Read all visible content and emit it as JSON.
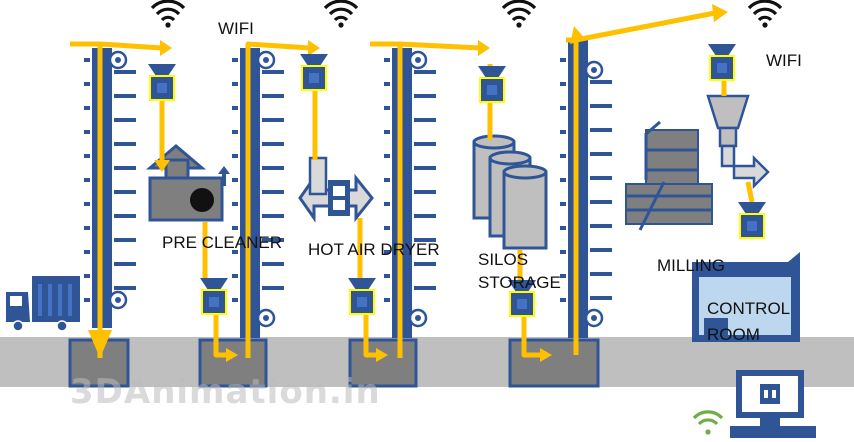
{
  "labels": {
    "wifi_top": "WIFI",
    "wifi_right": "WIFI",
    "pre_cleaner": "PRE CLEANER",
    "hot_air_dryer": "HOT AIR DRYER",
    "silos": "SILOS",
    "storage": "STORAGE",
    "milling": "MILLING",
    "control": "CONTROL",
    "room": "ROOM"
  },
  "watermark": "3DAnimation.in",
  "colors": {
    "flow": "#ffc000",
    "steel": "#2f5597",
    "ground": "#bfbfbf",
    "pit": "#7f7f7f",
    "sensor": "#ffff00",
    "wifi": "#111111",
    "wifi_green": "#70ad47"
  },
  "icons": [
    "wifi-icon",
    "truck-icon",
    "bucket-elevator",
    "sensor-icon",
    "pre-cleaner-icon",
    "dryer-icon",
    "silo-icon",
    "mill-icon",
    "control-room-icon",
    "monitor-icon"
  ]
}
